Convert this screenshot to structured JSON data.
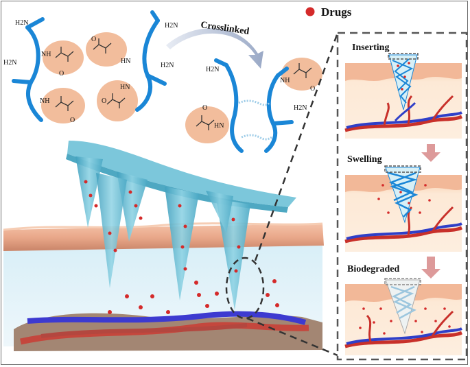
{
  "legend": {
    "label": "Drugs",
    "marker_color": "#d42a2a"
  },
  "arrow_label": "Crosslinked",
  "chemistry": {
    "amine": "H2N",
    "amide_nh": "NH",
    "amide_hn": "HN",
    "carbonyl_o": "O"
  },
  "panels": [
    {
      "label": "Inserting"
    },
    {
      "label": "Swelling"
    },
    {
      "label": "Biodegraded"
    }
  ],
  "colors": {
    "polymer": "#1a86d6",
    "bead": "#f2bd9c",
    "skin": "#e7a98c",
    "tissue": "#fbe6d2",
    "vessel_red": "#c8302a",
    "vessel_blue": "#2f3fc8",
    "needle": "#6cc0d6",
    "fluid": "#e3f2f8"
  }
}
